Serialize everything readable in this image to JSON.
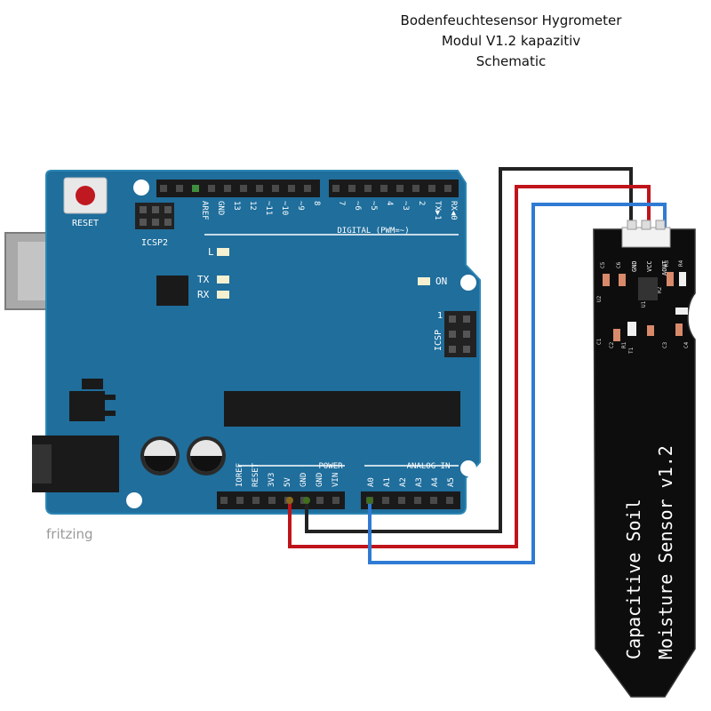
{
  "title": {
    "line1": "Bodenfeuchtesensor Hygrometer",
    "line2": "Modul V1.2 kapazitiv",
    "line3": "Schematic"
  },
  "arduino": {
    "reset": "RESET",
    "icsp2": "ICSP2",
    "icsp": "ICSP",
    "icsp_pin1": "1",
    "led_l": "L",
    "led_tx": "TX",
    "led_rx": "RX",
    "led_on": "ON",
    "digital_label": "DIGITAL (PWM=~)",
    "digital_pins": [
      "AREF",
      "GND",
      "13",
      "12",
      "~11",
      "~10",
      "~9",
      "8",
      "7",
      "~6",
      "~5",
      "4",
      "~3",
      "2",
      "TX▶1",
      "RX◀0"
    ],
    "power_label": "POWER",
    "analog_label": "ANALOG IN",
    "power_pins": [
      "IOREF",
      "RESET",
      "3V3",
      "5V",
      "GND",
      "GND",
      "VIN"
    ],
    "analog_pins": [
      "A0",
      "A1",
      "A2",
      "A3",
      "A4",
      "A5"
    ],
    "fritzing": "fritzing"
  },
  "sensor": {
    "line1": "Capacitive Soil",
    "line2": "Moisture Sensor v1.2",
    "pins": [
      "GND",
      "VCC",
      "AOUT"
    ],
    "components": [
      "C5",
      "C6",
      "U2",
      "C1",
      "C2",
      "R1",
      "U1",
      "T1",
      "C3",
      "C4",
      "R2",
      "R3",
      "R4"
    ]
  },
  "wires": [
    {
      "name": "GND",
      "color": "#222222"
    },
    {
      "name": "5V",
      "color": "#c0141b"
    },
    {
      "name": "AOUT-A0",
      "color": "#2f7bd4"
    }
  ],
  "colors": {
    "board": "#1f6e9c",
    "board_edge": "#2b86b4",
    "sensor_body": "#0d0d0d"
  }
}
